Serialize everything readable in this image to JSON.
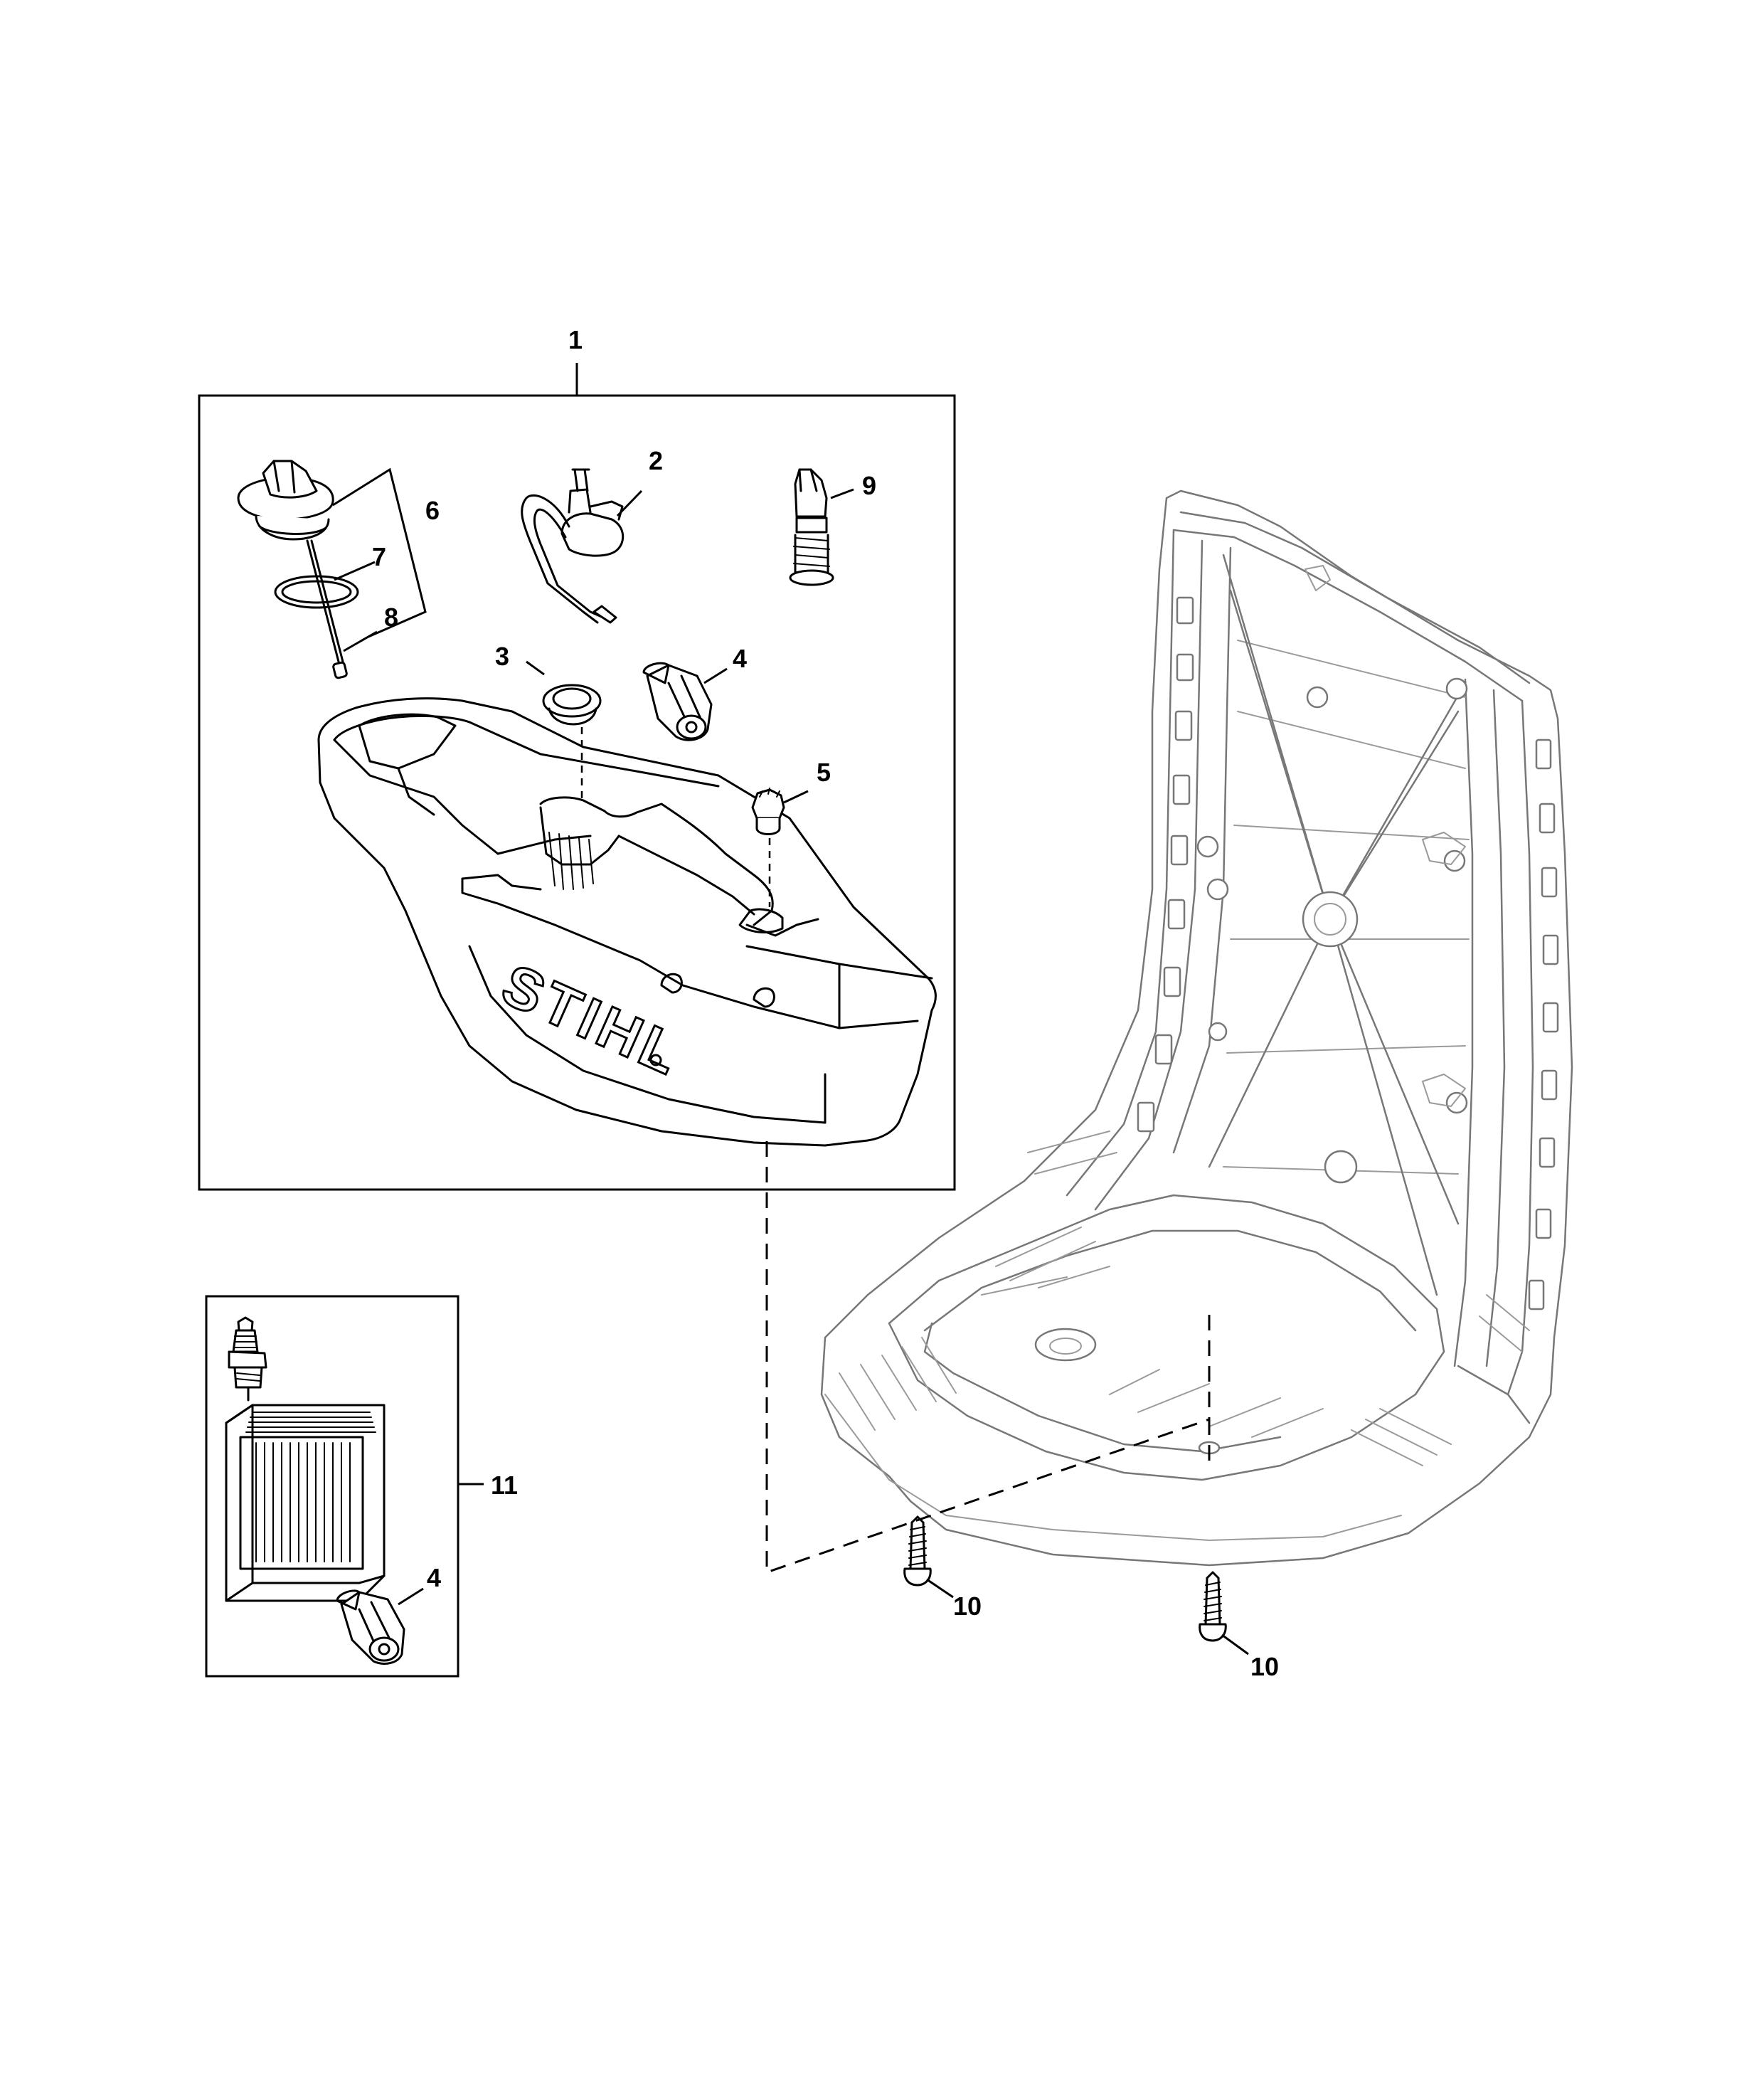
{
  "diagram": {
    "callouts": {
      "c1": "1",
      "c2": "2",
      "c3": "3",
      "c4_kit": "4",
      "c4_filter": "4",
      "c5": "5",
      "c6": "6",
      "c7": "7",
      "c8": "8",
      "c9": "9",
      "c10_left": "10",
      "c10_right": "10",
      "c11": "11"
    },
    "brand": "STIHL"
  }
}
